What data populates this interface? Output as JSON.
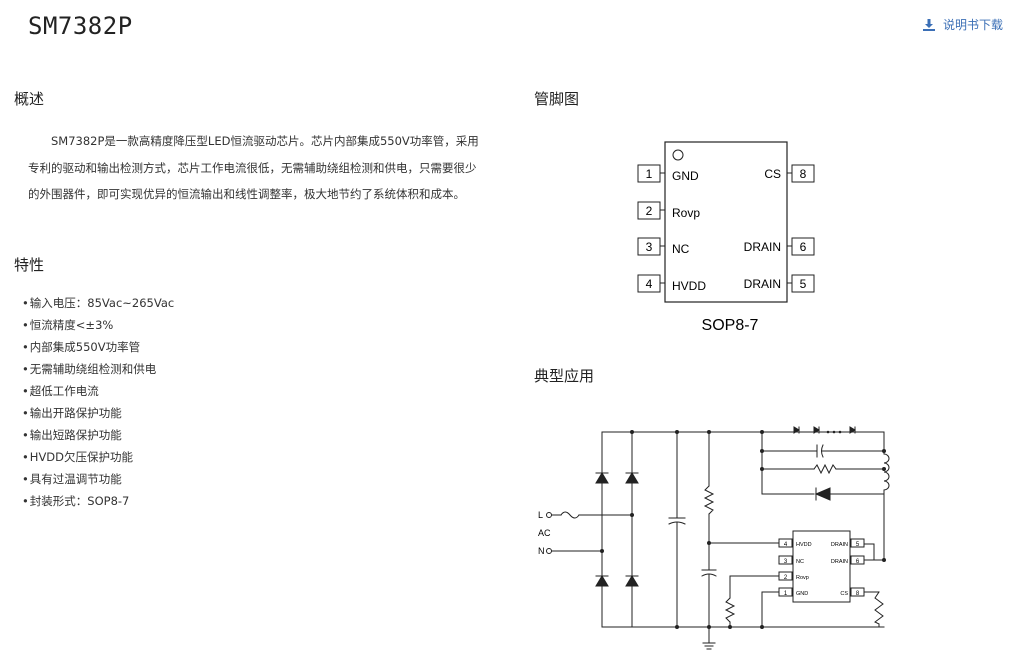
{
  "page": {
    "title": "SM7382P",
    "download_label": "说明书下载",
    "download_icon": "download-icon"
  },
  "overview": {
    "heading": "概述",
    "text": "SM7382P是一款高精度降压型LED恒流驱动芯片。芯片内部集成550V功率管，采用专利的驱动和输出检测方式，芯片工作电流很低，无需辅助绕组检测和供电，只需要很少的外围器件，即可实现优异的恒流输出和线性调整率，极大地节约了系统体积和成本。"
  },
  "features": {
    "heading": "特性",
    "items": [
      "输入电压：85Vac~265Vac",
      "恒流精度<±3%",
      "内部集成550V功率管",
      "无需辅助绕组检测和供电",
      "超低工作电流",
      "输出开路保护功能",
      "输出短路保护功能",
      "HVDD欠压保护功能",
      "具有过温调节功能",
      "封装形式：SOP8-7"
    ]
  },
  "pinout": {
    "heading": "管脚图",
    "package": "SOP8-7",
    "pins_left": [
      {
        "num": "1",
        "name": "GND"
      },
      {
        "num": "2",
        "name": "Rovp"
      },
      {
        "num": "3",
        "name": "NC"
      },
      {
        "num": "4",
        "name": "HVDD"
      }
    ],
    "pins_right": [
      {
        "num": "8",
        "name": "CS"
      },
      {
        "num": "6",
        "name": "DRAIN"
      },
      {
        "num": "5",
        "name": "DRAIN"
      }
    ]
  },
  "application": {
    "heading": "典型应用",
    "input_l": "L",
    "input_ac": "AC",
    "input_n": "N",
    "chip_pins_left": [
      {
        "num": "4",
        "name": "HVDD"
      },
      {
        "num": "3",
        "name": "NC"
      },
      {
        "num": "2",
        "name": "Rovp"
      },
      {
        "num": "1",
        "name": "GND"
      }
    ],
    "chip_pins_right": [
      {
        "num": "5",
        "name": "DRAIN"
      },
      {
        "num": "6",
        "name": "DRAIN"
      },
      {
        "num": "8",
        "name": "CS"
      }
    ]
  }
}
